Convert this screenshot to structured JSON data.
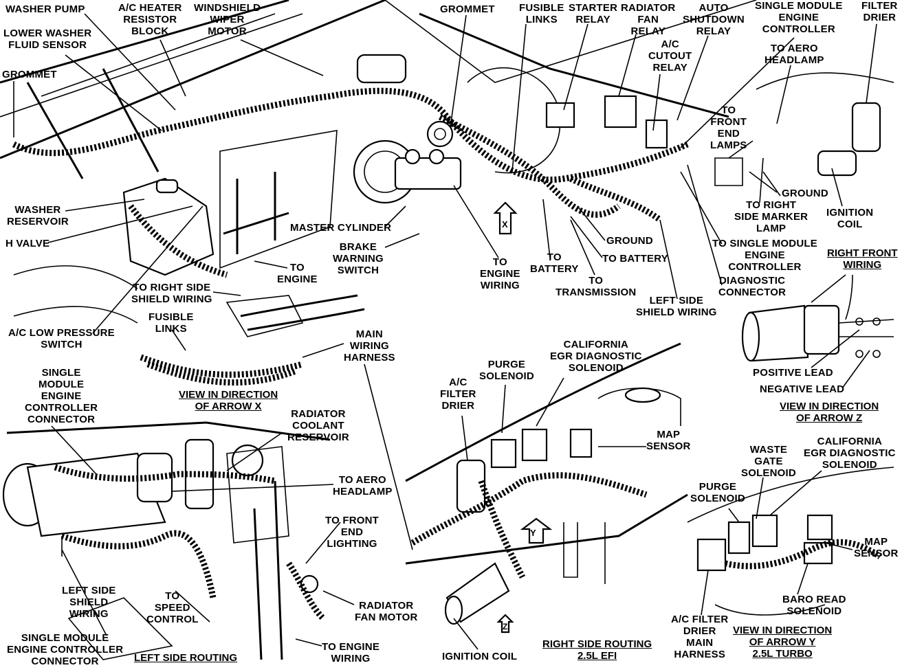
{
  "top_view": {
    "washer_pump": "WASHER PUMP",
    "lower_washer_fluid_sensor": "LOWER WASHER\nFLUID SENSOR",
    "grommet_left": "GROMMET",
    "ac_heater_resistor_block": "A/C HEATER\nRESISTOR\nBLOCK",
    "windshield_wiper_motor": "WINDSHIELD\nWIPER\nMOTOR",
    "grommet_center": "GROMMET",
    "fusible_links": "FUSIBLE\nLINKS",
    "starter_relay": "STARTER\nRELAY",
    "radiator_fan_relay": "RADIATOR\nFAN\nRELAY",
    "auto_shutdown_relay": "AUTO\nSHUTDOWN\nRELAY",
    "ac_cutout_relay": "A/C\nCUTOUT\nRELAY",
    "single_module_engine_controller": "SINGLE MODULE\nENGINE\nCONTROLLER",
    "filter_drier": "FILTER\nDRIER",
    "to_aero_headlamp": "TO AERO\nHEADLAMP",
    "to_front_end_lamps": "TO\nFRONT\nEND\nLAMPS",
    "ground_right": "GROUND",
    "to_right_side_marker_lamp": "TO RIGHT\nSIDE MARKER\nLAMP",
    "ignition_coil": "IGNITION\nCOIL",
    "washer_reservoir": "WASHER\nRESERVOIR",
    "h_valve": "H VALVE",
    "master_cylinder": "MASTER CYLINDER",
    "brake_warning_switch": "BRAKE\nWARNING\nSWITCH",
    "to_engine": "TO\nENGINE",
    "to_right_side_shield_wiring": "TO RIGHT SIDE\nSHIELD WIRING",
    "to_engine_wiring": "TO\nENGINE\nWIRING",
    "to_battery_1": "TO\nBATTERY",
    "ground_center": "GROUND",
    "to_battery_2": "TO BATTERY",
    "to_transmission": "TO\nTRANSMISSION",
    "left_side_shield_wiring": "LEFT SIDE\nSHIELD WIRING",
    "to_single_module_engine_controller": "TO SINGLE MODULE\nENGINE\nCONTROLLER",
    "diagnostic_connector": "DIAGNOSTIC\nCONNECTOR",
    "arrow_x": "X"
  },
  "view_x": {
    "ac_low_pressure_switch": "A/C LOW PRESSURE\nSWITCH",
    "fusible_links": "FUSIBLE\nLINKS",
    "main_wiring_harness": "MAIN\nWIRING\nHARNESS",
    "caption": "VIEW IN DIRECTION\nOF ARROW X"
  },
  "view_z": {
    "right_front_wiring": "RIGHT FRONT\nWIRING",
    "positive_lead": "POSITIVE LEAD",
    "negative_lead": "NEGATIVE LEAD",
    "caption": "VIEW IN DIRECTION\nOF ARROW Z"
  },
  "left_routing": {
    "single_module_engine_controller_connector": "SINGLE\nMODULE\nENGINE\nCONTROLLER\nCONNECTOR",
    "radiator_coolant_reservoir": "RADIATOR\nCOOLANT\nRESERVOIR",
    "to_aero_headlamp": "TO AERO\nHEADLAMP",
    "to_front_end_lighting": "TO FRONT\nEND\nLIGHTING",
    "left_side_shield_wiring": "LEFT SIDE\nSHIELD\nWIRING",
    "to_speed_control": "TO\nSPEED\nCONTROL",
    "radiator_fan_motor": "RADIATOR\nFAN MOTOR",
    "single_module_engine_controller_connector_2": "SINGLE MODULE\nENGINE CONTROLLER\nCONNECTOR",
    "to_engine_wiring": "TO ENGINE\nWIRING",
    "caption": "LEFT SIDE ROUTING"
  },
  "right_routing": {
    "ac_filter_drier": "A/C\nFILTER\nDRIER",
    "purge_solenoid": "PURGE\nSOLENOID",
    "california_egr_diagnostic_solenoid": "CALIFORNIA\nEGR DIAGNOSTIC\nSOLENOID",
    "map_sensor": "MAP\nSENSOR",
    "ignition_coil": "IGNITION COIL",
    "arrow_y": "Y",
    "arrow_z": "Z",
    "caption": "RIGHT SIDE ROUTING\n2.5L EFI"
  },
  "view_y": {
    "waste_gate_solenoid": "WASTE\nGATE\nSOLENOID",
    "california_egr_diagnostic_solenoid": "CALIFORNIA\nEGR DIAGNOSTIC\nSOLENOID",
    "purge_solenoid": "PURGE\nSOLENOID",
    "map_sensor": "MAP\nSENSOR",
    "baro_read_solenoid": "BARO READ\nSOLENOID",
    "ac_filter_drier_main_harness": "A/C FILTER\nDRIER\nMAIN\nHARNESS",
    "caption": "VIEW IN DIRECTION\nOF ARROW Y\n2.5L TURBO"
  }
}
